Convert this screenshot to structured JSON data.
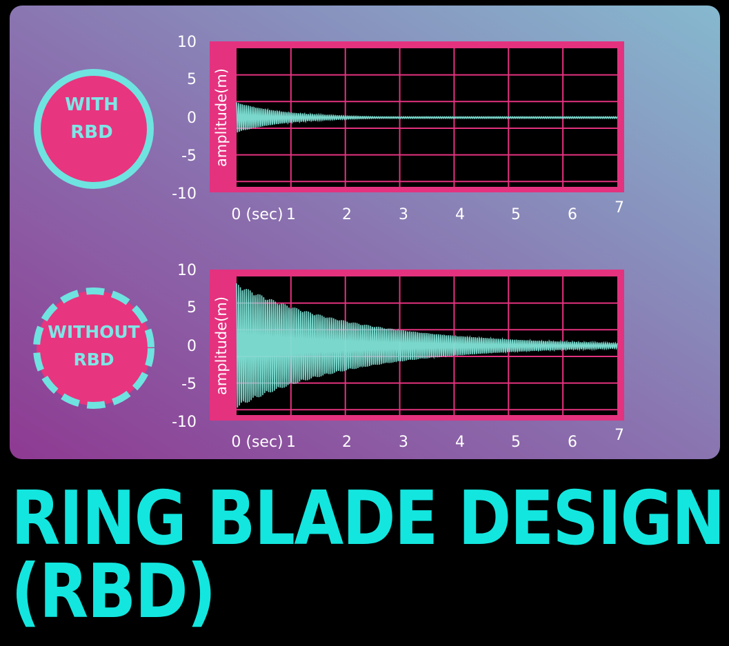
{
  "badges": [
    {
      "line1": "WITH",
      "line2": "RBD",
      "border": "solid"
    },
    {
      "line1": "WITHOUT",
      "line2": "RBD",
      "border": "dashed"
    }
  ],
  "title": {
    "line1": "RING BLADE DESIGN",
    "line2": "(RBD)"
  },
  "colors": {
    "frame": "#e4327f",
    "signal": "#7fe3d6",
    "badge_fill": "#e8357f",
    "badge_ring": "#6fe3e0",
    "title": "#13e6df"
  },
  "chart_data": [
    {
      "type": "line",
      "ylabel": "amplitude(m)",
      "xlabel": "",
      "xlim": [
        0,
        7
      ],
      "ylim": [
        -10,
        10
      ],
      "x_ticks": [
        "0 (sec)",
        "1",
        "2",
        "3",
        "4",
        "5",
        "6",
        "7"
      ],
      "y_ticks": [
        "10",
        "5",
        "0",
        "-5",
        "-10"
      ],
      "grid": true,
      "series": [
        {
          "initial_amplitude": 2.2,
          "decay_time_constant_sec": 0.9,
          "oscillations_per_sec": 28
        }
      ]
    },
    {
      "type": "line",
      "ylabel": "amplitude(m)",
      "xlabel": "",
      "xlim": [
        0,
        7
      ],
      "ylim": [
        -10,
        10
      ],
      "x_ticks": [
        "0 (sec)",
        "1",
        "2",
        "3",
        "4",
        "5",
        "6",
        "7"
      ],
      "y_ticks": [
        "10",
        "5",
        "0",
        "-5",
        "-10"
      ],
      "grid": true,
      "series": [
        {
          "initial_amplitude": 9.0,
          "decay_time_constant_sec": 2.2,
          "oscillations_per_sec": 28
        }
      ]
    }
  ]
}
